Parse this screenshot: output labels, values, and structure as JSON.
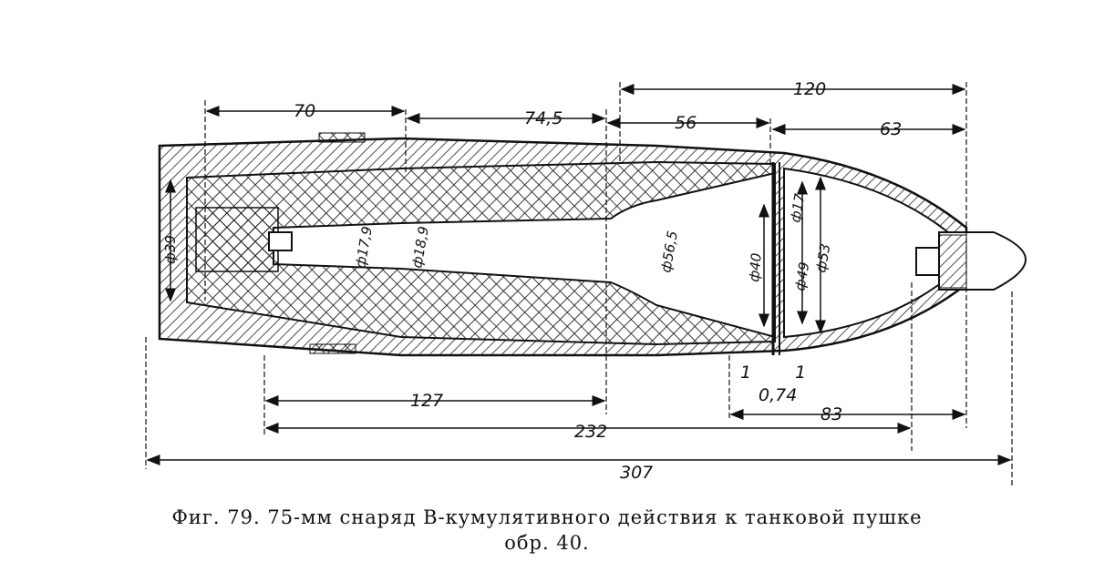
{
  "figure": {
    "caption_line1": "Фиг. 79. 75-мм снаряд В-кумулятивного действия к танковой пушке",
    "caption_line2": "обр. 40."
  },
  "dimensions": {
    "top": [
      "70",
      "74,5",
      "56",
      "120",
      "63"
    ],
    "bottom": [
      "127",
      "232",
      "83",
      "307"
    ],
    "diameters": [
      "ф39",
      "ф17,9",
      "ф18,9",
      "ф56,5",
      "ф40",
      "ф17",
      "ф49",
      "ф53"
    ],
    "section_marks": [
      "1",
      "1"
    ],
    "liner_thickness": "0,74"
  }
}
